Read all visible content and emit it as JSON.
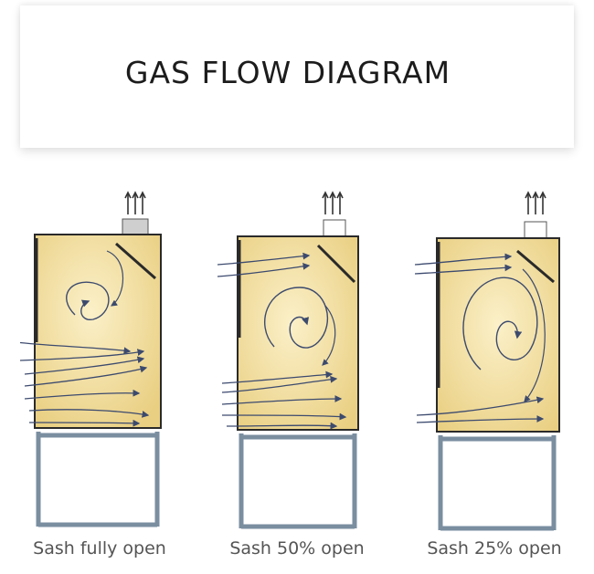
{
  "title": "GAS FLOW DIAGRAM",
  "diagrams": [
    {
      "caption": "Sash fully open"
    },
    {
      "caption": "Sash 50% open"
    },
    {
      "caption": "Sash 25% open"
    }
  ],
  "colors": {
    "interior": "#f3e0a4",
    "arrow": "#3c4a6e",
    "frame": "#2a2a2a",
    "stand": "#7a8ea0"
  }
}
